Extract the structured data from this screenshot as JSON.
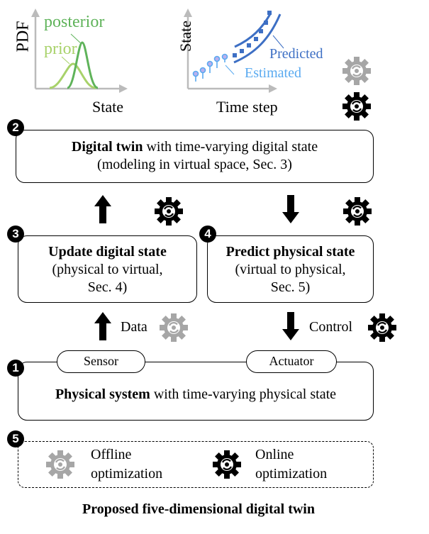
{
  "top_left_plot": {
    "ylabel": "PDF",
    "xlabel": "State",
    "posterior_label": "posterior",
    "prior_label": "prior",
    "prior_color": "#a8d26a",
    "posterior_color": "#5fb35a"
  },
  "top_right_plot": {
    "ylabel": "State",
    "xlabel": "Time step",
    "predicted_label": "Predicted",
    "estimated_label": "Estimated",
    "predicted_color": "#3d6fc4",
    "estimated_color": "#5aaaf0"
  },
  "box2": {
    "number": "2",
    "title": "Digital twin",
    "line1_rest": " with time-varying digital state",
    "line2": "(modeling in virtual space, Sec. 3)"
  },
  "box3": {
    "number": "3",
    "title": "Update digital state",
    "line2": "(physical to virtual,",
    "line3": "Sec. 4)"
  },
  "box4": {
    "number": "4",
    "title": "Predict physical state",
    "line2": "(virtual to physical,",
    "line3": "Sec. 5)"
  },
  "flow": {
    "data_label": "Data",
    "control_label": "Control"
  },
  "box1": {
    "number": "1",
    "title": "Physical system",
    "rest": " with time-varying physical state",
    "sensor": "Sensor",
    "actuator": "Actuator"
  },
  "box5": {
    "number": "5",
    "offline_line1": "Offline",
    "offline_line2": "optimization",
    "online_line1": "Online",
    "online_line2": "optimization"
  },
  "caption": "Proposed five-dimensional digital twin",
  "colors": {
    "offline_gear": "#a6a6a6",
    "online_gear": "#000000"
  }
}
